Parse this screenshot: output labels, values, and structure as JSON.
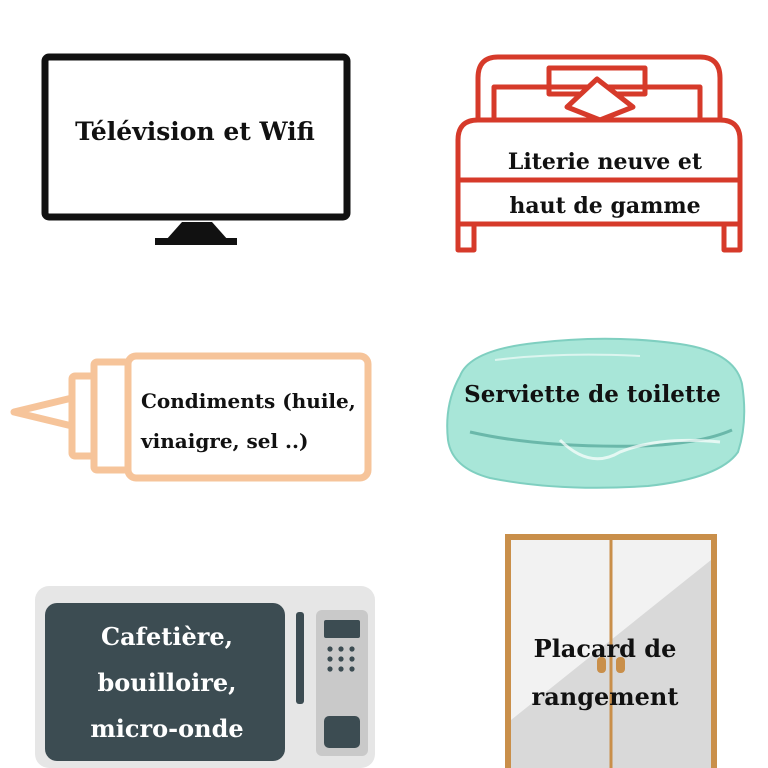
{
  "amenities": {
    "tv": {
      "label": "Télévision et Wifi"
    },
    "bedding": {
      "line1": "Literie neuve et",
      "line2": "haut de gamme"
    },
    "condiments": {
      "line1": "Condiments (huile,",
      "line2": "vinaigre, sel ..)"
    },
    "towel": {
      "label": "Serviette de toilette"
    },
    "appliances": {
      "line1": "Cafetière,",
      "line2": "bouilloire,",
      "line3": "micro-onde"
    },
    "closet": {
      "line1": "Placard de",
      "line2": "rangement"
    }
  },
  "colors": {
    "tv_frame": "#111111",
    "bed_outline": "#d63a2a",
    "bottle_outline": "#f6c49a",
    "towel_fill": "#a8e6d8",
    "microwave_screen": "#3c4c52",
    "closet_frame": "#c98f4a"
  },
  "icons": [
    "tv-icon",
    "bed-icon",
    "condiment-bottle-icon",
    "towel-icon",
    "microwave-icon",
    "closet-icon"
  ]
}
